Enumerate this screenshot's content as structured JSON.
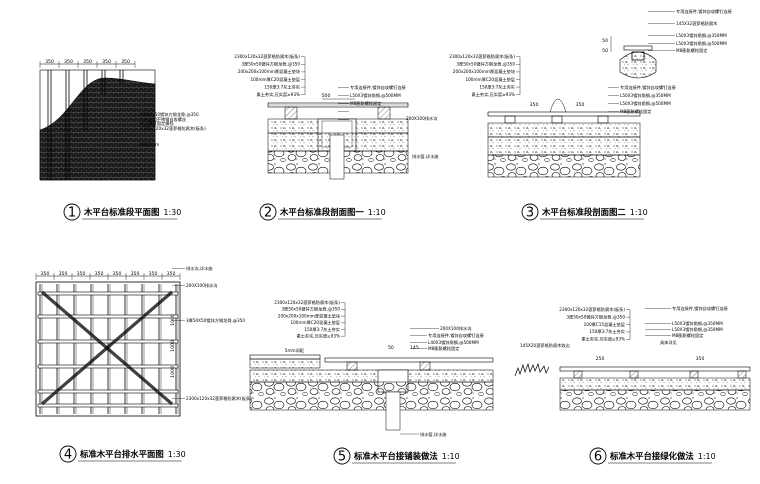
{
  "captions": [
    {
      "num": "1",
      "title": "木平台标准段平面图",
      "scale": "1:30"
    },
    {
      "num": "2",
      "title": "木平台标准段剖面图一",
      "scale": "1:10"
    },
    {
      "num": "3",
      "title": "木平台标准段剖面图二",
      "scale": "1:10"
    },
    {
      "num": "4",
      "title": "标准木平台排水平面图",
      "scale": "1:30"
    },
    {
      "num": "5",
      "title": "标准木平台接铺装做法",
      "scale": "1:10"
    },
    {
      "num": "6",
      "title": "标准木平台接绿化做法",
      "scale": "1:10"
    }
  ],
  "d1": {
    "dims": [
      "350",
      "350",
      "350",
      "350",
      "350"
    ],
    "notes": [
      "3厚50x50镀锌方钢龙骨,@350",
      "户外专用不锈钢自攻螺丝",
      "中立螺钉固定横档",
      "2300x120x32菠萝格防腐木(板条)",
      "间距5mm"
    ]
  },
  "d2": {
    "layers": [
      "2300x120x32菠萝格防腐木(板条)",
      "3厚50x50镀锌方钢龙骨,@350",
      "200x200x100mm厚混凝土垫块",
      "100mm厚C20混凝土垫层",
      "150厚3:7灰土夯实",
      "素土夯实,压实度≥93%"
    ],
    "right": [
      "专用连接件,镀锌自攻螺钉连接",
      "L50X3镀锌角钢,@500MM",
      "M8膨胀螺栓固定",
      "200X100排水沟",
      "排水管,详水施"
    ],
    "dim": "500"
  },
  "d3": {
    "top": [
      "专用连接件,镀锌自攻螺钉连接",
      "145X32菠萝格防腐木",
      "L50X3镀锌角钢,@350MM",
      "L50X3镀锌角钢,@500MM",
      "M8膨胀螺栓固定"
    ],
    "layers": [
      "2300x120x32菠萝格防腐木(板条)",
      "3厚50x50镀锌方钢龙骨,@350",
      "200x200x100mm厚混凝土垫块",
      "100mm厚C20混凝土垫层",
      "150厚3:7灰土夯实",
      "素土夯实,压实度≥93%"
    ],
    "right": [
      "专用连接件,镀锌自攻螺钉连接",
      "L50X3镀锌角钢,@350MM",
      "L50X3镀锌角钢,@500MM",
      "M8膨胀螺栓固定"
    ],
    "dims": [
      "50",
      "50",
      "350",
      "350"
    ]
  },
  "d4": {
    "dims": [
      "350",
      "350",
      "350",
      "350",
      "350",
      "350",
      "350",
      "350"
    ],
    "right": [
      "排水沟,详水施",
      "200X100排水沟",
      "3厚50X50镀锌方钢龙骨,@350",
      "2300x120x32菠萝格防腐木(板条)"
    ],
    "side": [
      "1000",
      "1000",
      "1000"
    ]
  },
  "d5": {
    "layers": [
      "2300x120x32菠萝格防腐木(板条)",
      "3厚50x50镀锌方钢龙骨,@350",
      "200x200x100mm厚混凝土垫块",
      "100mm厚C20混凝土垫层",
      "150厚3:7灰土夯实",
      "素土夯实,压实度≥93%"
    ],
    "right": [
      "200X100排水沟",
      "专用连接件,镀锌自攻螺钉连接",
      "L40X3镀锌角钢,@500MM",
      "M8膨胀螺栓固定"
    ],
    "gap": "5mm间距",
    "dims": [
      "145",
      "50"
    ],
    "drain": "排水管,详水施"
  },
  "d6": {
    "layers": [
      "2300x120x32菠萝格防腐木(板条)",
      "3厚50x50镀锌方钢龙骨,@350",
      "100厚C15混凝土垫层",
      "150厚3:7灰土夯实",
      "素土夯实,压实度≥93%"
    ],
    "right": [
      "专用连接件,镀锌自攻螺钉连接",
      "L50X3镀锌角钢,@350MM",
      "L50X3镀锌角钢,@350MM",
      "M8膨胀螺栓固定"
    ],
    "left": "145X20菠萝格防腐木收边",
    "extra": "具体详见",
    "dims": [
      "250",
      "350"
    ]
  }
}
